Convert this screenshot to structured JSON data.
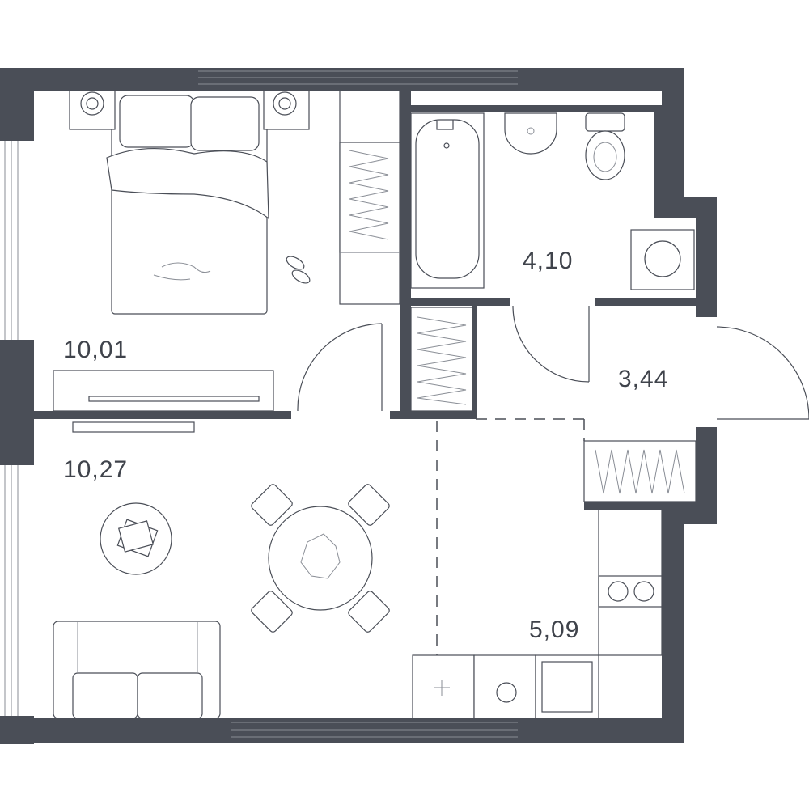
{
  "plan": {
    "rooms": [
      {
        "id": "bedroom",
        "area": "10,01"
      },
      {
        "id": "living",
        "area": "10,27"
      },
      {
        "id": "bathroom",
        "area": "4,10"
      },
      {
        "id": "hall",
        "area": "3,44"
      },
      {
        "id": "kitchen",
        "area": "5,09"
      }
    ]
  },
  "colors": {
    "wall": "#4a4e57",
    "background": "#ffffff"
  }
}
